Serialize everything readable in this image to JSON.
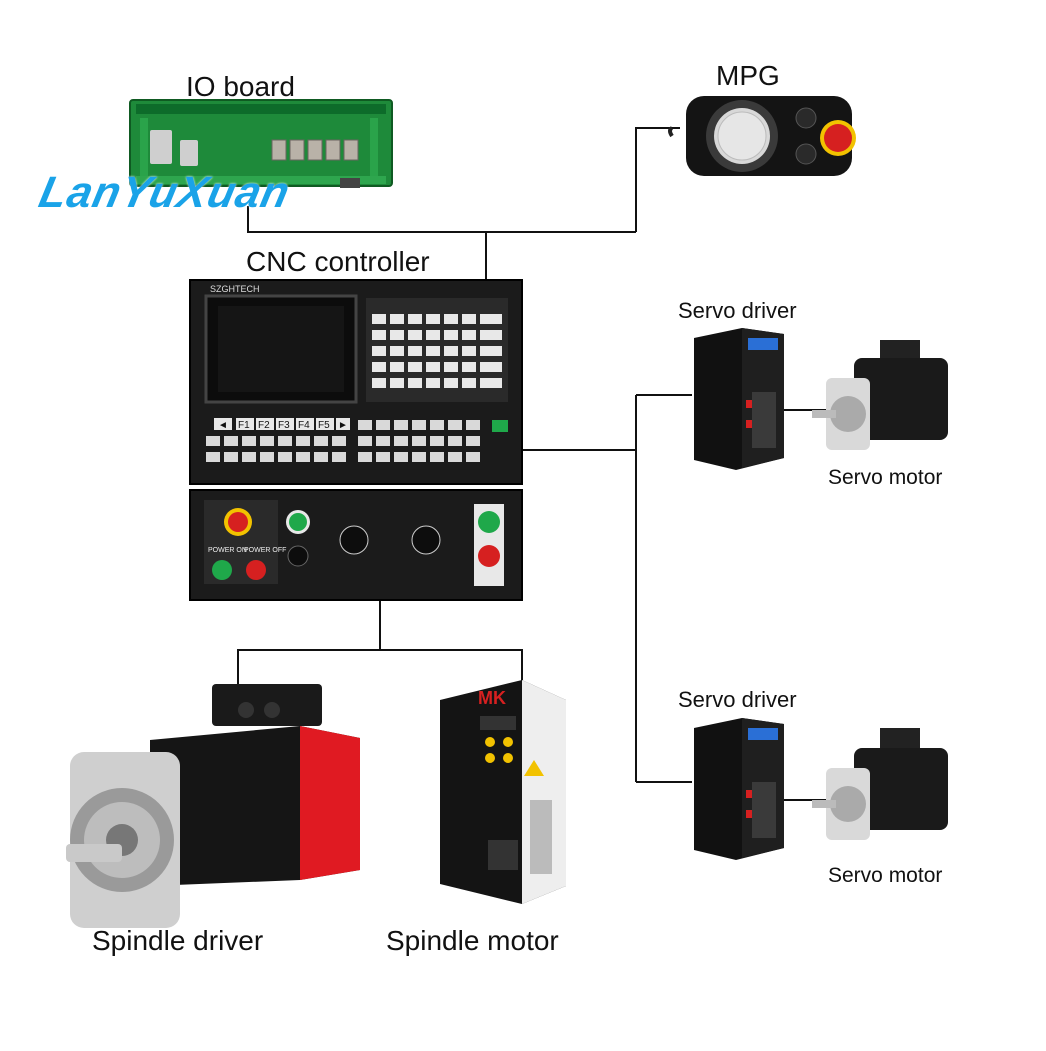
{
  "labels": {
    "io_board": "IO board",
    "mpg": "MPG",
    "cnc_controller": "CNC controller",
    "servo_driver_top": "Servo driver",
    "servo_motor_top": "Servo motor",
    "servo_driver_bottom": "Servo driver",
    "servo_motor_bottom": "Servo motor",
    "spindle_driver": "Spindle driver",
    "spindle_motor": "Spindle motor"
  },
  "watermark": "LanYuXuan",
  "controller": {
    "brand": "SZGHTECH",
    "softkeys": [
      "◄",
      "F1",
      "F2",
      "F3",
      "F4",
      "F5",
      "►"
    ],
    "power_on": "POWER ON",
    "power_off": "POWER OFF"
  },
  "spindle_driver_brand": "MK",
  "colors": {
    "line": "#111111",
    "panel": "#1b1b1b",
    "watermark": "#1aa3e8",
    "estop": "#d62020",
    "green_button": "#1fa84a",
    "motor_red": "#e01a22"
  }
}
